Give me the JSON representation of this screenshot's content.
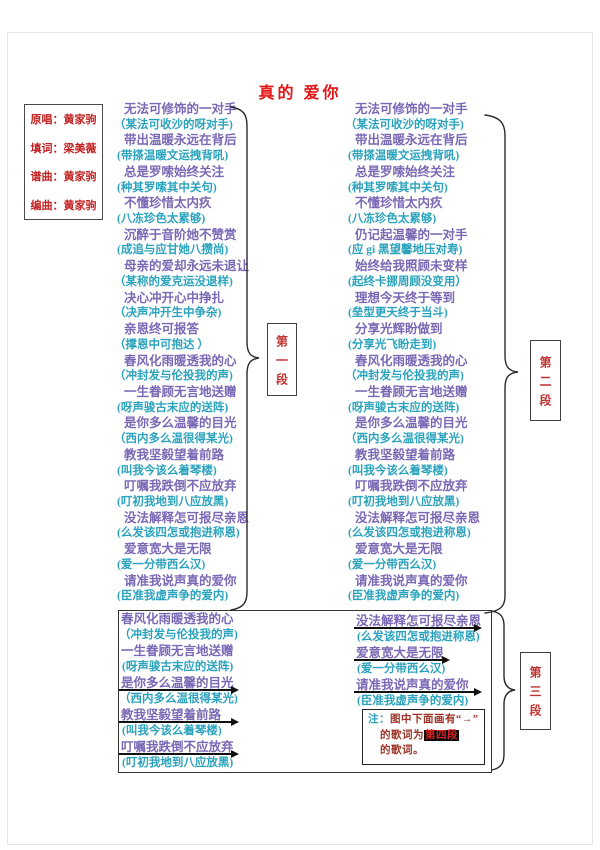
{
  "page": {
    "title": "真的 爱你"
  },
  "credits": [
    "原唱：黄家驹",
    "填词：梁美薇",
    "谱曲：黄家驹",
    "编曲：黄家驹"
  ],
  "colors": {
    "title": "#e31515",
    "credit": "#c32222",
    "lyric": "#7b68b5",
    "annotation": "#2ba3bd",
    "section_label": "#c03333",
    "note_text": "#9c3428",
    "highlight_bg": "#0a0a0a",
    "highlight_fg": "#d62222"
  },
  "sections": [
    {
      "label": "第一段",
      "lines": [
        {
          "lyric": "无法可修饰的一对手",
          "ann": "（某法可收沙的呀对手)"
        },
        {
          "lyric": "带出温暖永远在背后",
          "ann": "(带搽温暖文运拽背吼)"
        },
        {
          "lyric": "总是罗嗦始终关注",
          "ann": "(种其罗嗦其中关句)"
        },
        {
          "lyric": "不懂珍惜太内疚",
          "ann": "(八冻珍色太累够)"
        },
        {
          "lyric": "沉醉于音阶她不赞赏",
          "ann": "(成追与应甘她八攒尚)"
        },
        {
          "lyric": "母亲的爱却永远未退让",
          "ann": "（某称的爱克运没退样)"
        },
        {
          "lyric": "决心冲开心中挣扎",
          "ann": "（决声冲开生中争杂)"
        },
        {
          "lyric": "亲恩终可报答",
          "ann": "（撑恩中可抱达 ）"
        },
        {
          "lyric": "春风化雨暖透我的心",
          "ann": "（冲封发与伦投我的声)"
        },
        {
          "lyric": "一生眷顾无言地送赠",
          "ann": "(呀声骏古末应的送阵)"
        },
        {
          "lyric": "是你多么温馨的目光",
          "ann": "（西内多么温很得某光)"
        },
        {
          "lyric": "教我坚毅望着前路",
          "ann": "(叫我今该么着琴楼)"
        },
        {
          "lyric": "叮嘱我跌倒不应放弃",
          "ann": "(叮初我地到八应放黑)"
        },
        {
          "lyric": "没法解释怎可报尽亲恩",
          "ann": "(么发该四怎或抱进称恩)"
        },
        {
          "lyric": "爱意宽大是无限",
          "ann": "(爱一分带西么汉)"
        },
        {
          "lyric": "请准我说声真的爱你",
          "ann": "(臣准我虚声争的爱内)"
        }
      ]
    },
    {
      "label": "第二段",
      "lines": [
        {
          "lyric": "无法可修饰的一对手",
          "ann": "（某法可收沙的呀对手)"
        },
        {
          "lyric": "带出温暖永远在背后",
          "ann": "(带搽温暖文运拽背吼)"
        },
        {
          "lyric": "总是罗嗦始终关注",
          "ann": "(种其罗嗦其中关句)"
        },
        {
          "lyric": "不懂珍惜太内疚",
          "ann": "(八冻珍色太累够)"
        },
        {
          "lyric": "仍记起温馨的一对手",
          "ann": "(应 gi 黑望馨地压对寿)"
        },
        {
          "lyric": "始终给我照顾未变样",
          "ann": "(起终卡挪周顾没变用）"
        },
        {
          "lyric": "理想今天终于等到",
          "ann": "(垒型更天终于当斗)"
        },
        {
          "lyric": "分享光辉盼做到",
          "ann": "(分享光飞盼走到)"
        },
        {
          "lyric": "春风化雨暖透我的心",
          "ann": "（冲封发与伦投我的声)"
        },
        {
          "lyric": "一生眷顾无言地送赠",
          "ann": "(呀声骏古末应的送阵)"
        },
        {
          "lyric": "是你多么温馨的目光",
          "ann": "（西内多么温很得某光)"
        },
        {
          "lyric": "教我坚毅望着前路",
          "ann": "(叫我今该么着琴楼)"
        },
        {
          "lyric": "叮嘱我跌倒不应放弃",
          "ann": "(叮初我地到八应放黑)"
        },
        {
          "lyric": "没法解释怎可报尽亲恩",
          "ann": "(么发该四怎或抱进称恩)"
        },
        {
          "lyric": "爱意宽大是无限",
          "ann": "(爱一分带西么汉)"
        },
        {
          "lyric": "请准我说声真的爱你",
          "ann": "(臣准我虚声争的爱内)"
        }
      ]
    },
    {
      "label": "第三段"
    }
  ],
  "bottom": {
    "left_lines": [
      {
        "lyric": "春风化雨暖透我的心",
        "ann": "（冲封发与伦投我的声)"
      },
      {
        "lyric": "一生眷顾无言地送赠",
        "ann": "(呀声骏古末应的送阵)"
      },
      {
        "lyric": "是你多么温馨的目光",
        "ann": "（西内多么温很得某光)",
        "arrow": true,
        "arrow_w": 112
      },
      {
        "lyric": "教我坚毅望着前路",
        "ann": "(叫我今该么着琴楼)",
        "arrow": true,
        "arrow_w": 112
      },
      {
        "lyric": "叮嘱我跌倒不应放弃",
        "ann": "(叮初我地到八应放黑)",
        "arrow": true,
        "arrow_w": 112
      }
    ],
    "right_lines": [
      {
        "lyric": "没法解释怎可报尽亲恩",
        "ann": "(么发该四怎或抱进称恩)",
        "arrow": true,
        "arrow_w": 120
      },
      {
        "lyric": "爱意宽大是无限",
        "ann": "(爱一分带西么汉)",
        "arrow": true,
        "arrow_w": 88
      },
      {
        "lyric": "请准我说声真的爱你",
        "ann": "(臣准我虚声争的爱内)",
        "arrow": true,
        "arrow_w": 120
      }
    ],
    "note": {
      "tag": "注：",
      "text1": "图中下面画有“→”",
      "text2": "的歌词为",
      "highlight": "第四段",
      "text3": "的歌词。"
    }
  }
}
